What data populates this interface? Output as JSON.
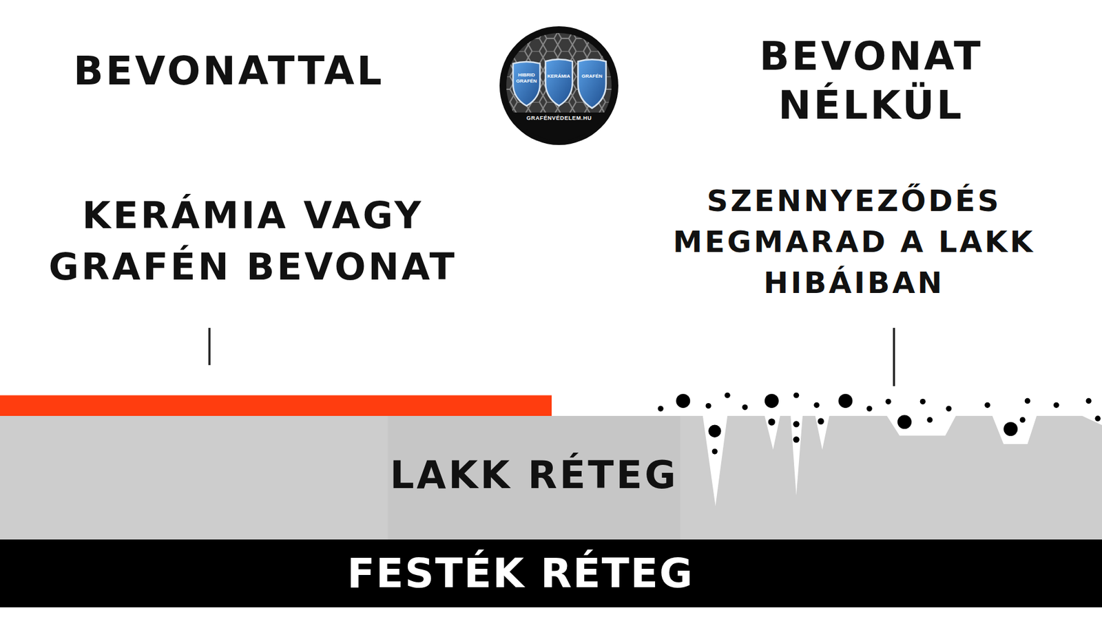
{
  "diagram": {
    "nodes": [
      {
        "text": [
          "GRAFÉNVÉDELEM.HU"
        ]
      },
      {
        "text": [
          "HIBRID GRAFÉN"
        ],
        "in": 0
      },
      {
        "text": [
          "KERÁMIA"
        ],
        "in": 0
      },
      {
        "text": [
          "GRAFÉN"
        ],
        "in": 0
      },
      {
        "text": [
          "LAKK RÉTEG"
        ]
      },
      {
        "text": [
          "FESTÉK RÉTEG"
        ]
      }
    ],
    "labels": [
      "BEVONATTAL",
      "BEVONAT NÉLKÜL",
      "KERÁMIA VAGY GRAFÉN BEVONAT",
      "SZENNYEZŐDÉS MEGMARAD A LAKK HIBÁIBAN"
    ]
  }
}
